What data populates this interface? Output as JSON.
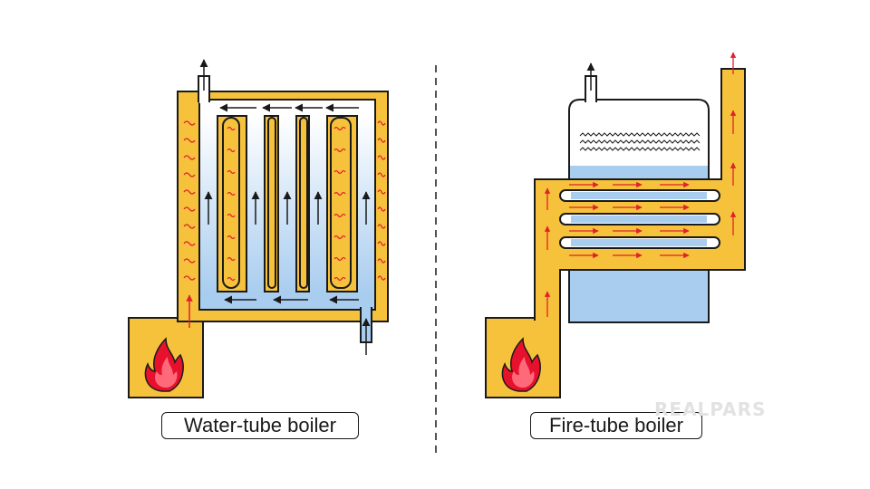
{
  "labels": {
    "water_tube": "Water-tube boiler",
    "fire_tube": "Fire-tube boiler"
  },
  "logo": "REALPARS",
  "colors": {
    "hot_gas": "#f7c23b",
    "water": "#a9cdef",
    "outline": "#1a1a1a",
    "flame_outer": "#e8112d",
    "flame_inner": "#ff6a7a",
    "gas_arrow": "#e0202e"
  },
  "icons": [
    "flame-icon",
    "heat-wave-icon",
    "flow-arrow-icon"
  ]
}
